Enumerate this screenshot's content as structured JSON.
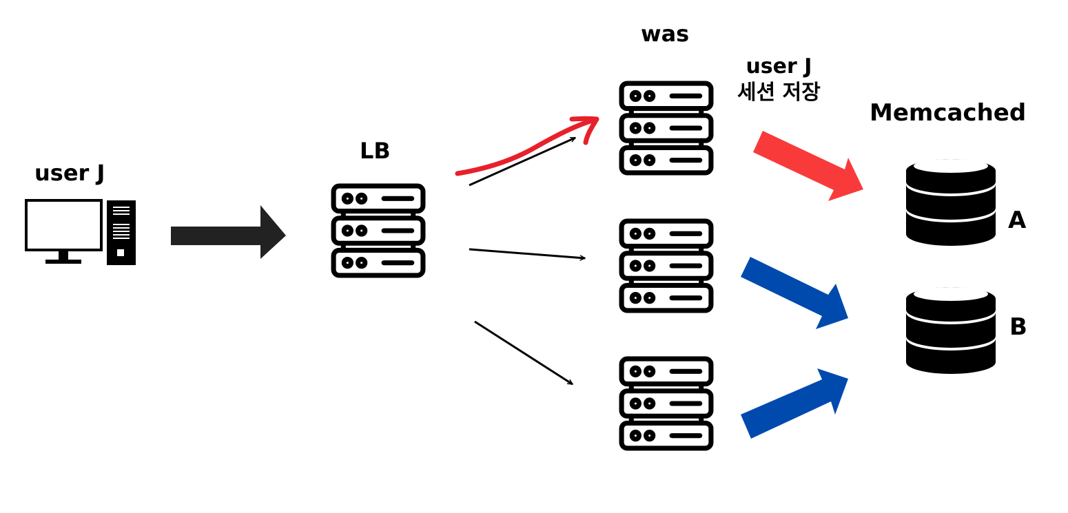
{
  "labels": {
    "user": "user J",
    "lb": "LB",
    "was": "was",
    "session_line1": "user J",
    "session_line2": "세션 저장",
    "memcached": "Memcached",
    "node_a": "A",
    "node_b": "B"
  },
  "icons": {
    "client": "desktop-computer-icon",
    "server": "server-rack-icon",
    "cache": "database-stack-icon"
  },
  "colors": {
    "primary_arrow": "#222222",
    "session_route": "#e8202a",
    "memcached_a_arrow": "#f93a3a",
    "memcached_b_arrow": "#004aad"
  }
}
